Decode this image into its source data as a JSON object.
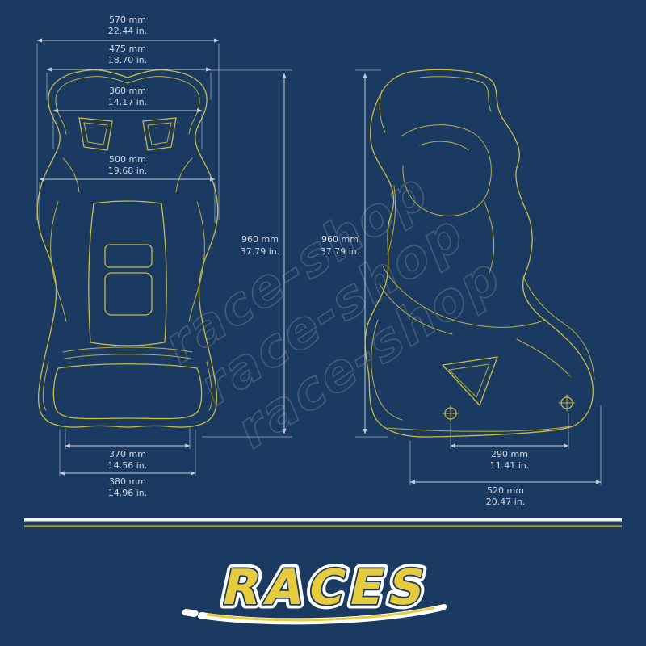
{
  "colors": {
    "bg": "#1b3a62",
    "seat-outline": "#c9bc3f",
    "dim-line": "#c3cdd8",
    "dim-text": "#cdd6e0",
    "watermark": "#8b97a4",
    "stripe-white": "#f2f4f6",
    "stripe-yellow": "#d6c64a",
    "logo-yellow": "#e6cc3d",
    "logo-outline-white": "#ffffff",
    "logo-edge": "#1b3a62"
  },
  "dims": {
    "w570": {
      "mm": "570 mm",
      "in": "22.44 in."
    },
    "w475": {
      "mm": "475 mm",
      "in": "18.70 in."
    },
    "w360": {
      "mm": "360 mm",
      "in": "14.17 in."
    },
    "w500": {
      "mm": "500 mm",
      "in": "19.68 in."
    },
    "h960_front": {
      "mm": "960 mm",
      "in": "37.79 in."
    },
    "h960_side": {
      "mm": "960 mm",
      "in": "37.79 in."
    },
    "w370": {
      "mm": "370 mm",
      "in": "14.56 in."
    },
    "w380": {
      "mm": "380 mm",
      "in": "14.96 in."
    },
    "d290": {
      "mm": "290 mm",
      "in": "11.41 in."
    },
    "d520": {
      "mm": "520 mm",
      "in": "20.47 in."
    }
  },
  "watermark": {
    "text": "race-shop"
  },
  "logo": {
    "text": "RACES"
  }
}
